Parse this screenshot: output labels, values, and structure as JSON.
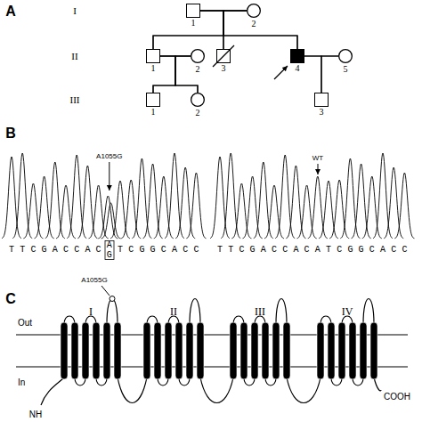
{
  "diagram": {
    "nodes": [
      {
        "text": [
          "1"
        ]
      },
      {
        "text": [
          "2"
        ]
      },
      {
        "text": [
          "1"
        ]
      },
      {
        "text": [
          "2"
        ]
      },
      {
        "text": [
          "3"
        ]
      },
      {
        "text": [
          "4"
        ]
      },
      {
        "text": [
          "5"
        ]
      },
      {
        "text": [
          "1"
        ]
      },
      {
        "text": [
          "2"
        ]
      },
      {
        "text": [
          "3"
        ]
      }
    ],
    "edges": [
      {
        "from": 0,
        "to": 1,
        "arrow": "none"
      },
      {
        "from": 0,
        "to": 2,
        "arrow": "none"
      },
      {
        "from": 0,
        "to": 4,
        "arrow": "none"
      },
      {
        "from": 0,
        "to": 5,
        "arrow": "none"
      },
      {
        "from": 1,
        "to": 2,
        "arrow": "none"
      },
      {
        "from": 1,
        "to": 4,
        "arrow": "none"
      },
      {
        "from": 1,
        "to": 5,
        "arrow": "none"
      },
      {
        "from": 2,
        "to": 3,
        "arrow": "none"
      },
      {
        "from": 2,
        "to": 7,
        "arrow": "none"
      },
      {
        "from": 2,
        "to": 8,
        "arrow": "none"
      },
      {
        "from": 3,
        "to": 7,
        "arrow": "none"
      },
      {
        "from": 3,
        "to": 8,
        "arrow": "none"
      },
      {
        "from": 5,
        "to": 6,
        "arrow": "none"
      },
      {
        "from": 5,
        "to": 9,
        "arrow": "none"
      },
      {
        "from": 6,
        "to": 9,
        "arrow": "none"
      }
    ],
    "labels": [
      "A",
      "I",
      "II",
      "III",
      "B",
      "A1055G",
      "TTCGACCAC",
      "A",
      "G",
      "TCGGCACC",
      "WT",
      "TTCGACCACATCGGCACC",
      "C",
      "A1055G",
      "I",
      "II",
      "III",
      "IV",
      "Out",
      "In",
      "NH",
      "COOH"
    ]
  }
}
